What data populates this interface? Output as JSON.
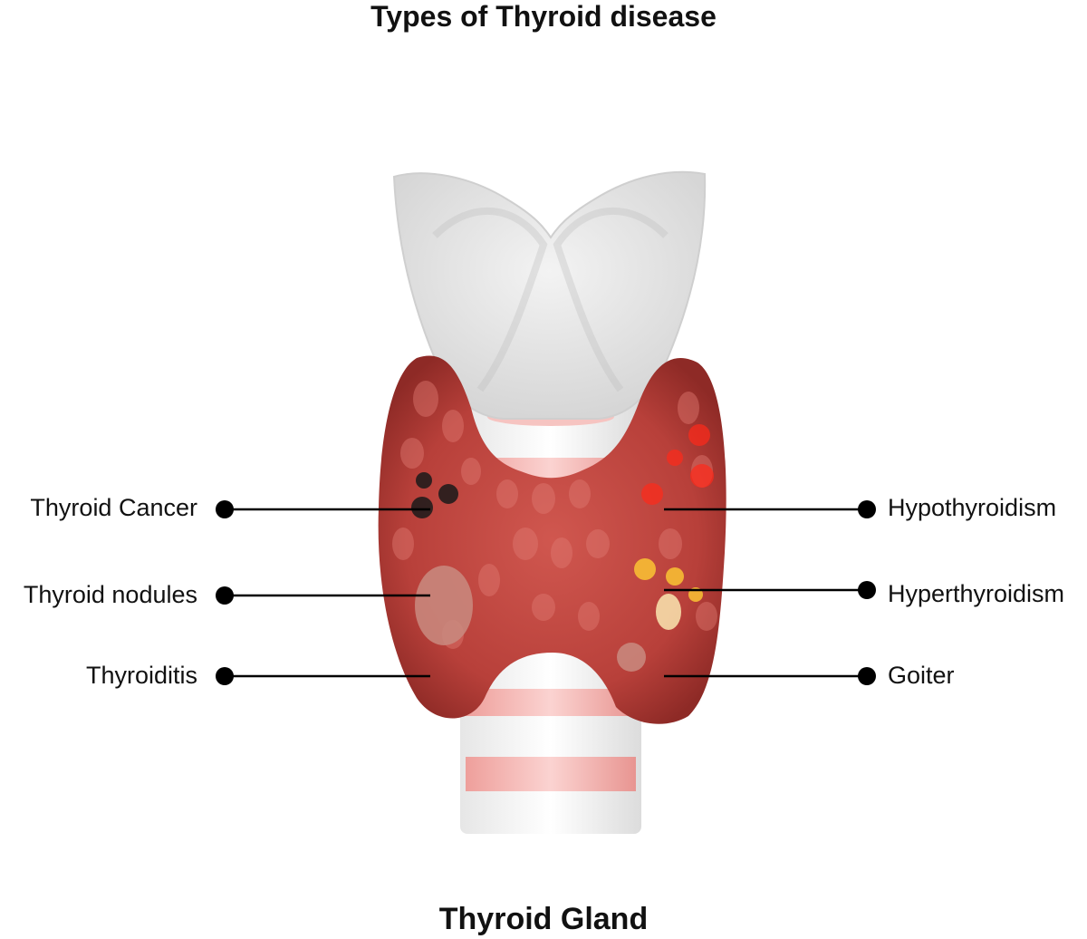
{
  "title": "Types of Thyroid disease",
  "caption": "Thyroid Gland",
  "labels": {
    "left": [
      "Thyroid Cancer",
      "Thyroid nodules",
      "Thyroiditis"
    ],
    "right": [
      "Hypothyroidism",
      "Hyperthyroidism",
      "Goiter"
    ]
  },
  "colors": {
    "gland": "#b8403a",
    "gland_dark": "#8e2a26",
    "cartilage": "#e8e8e8",
    "trachea_ring": "#f4b6b3",
    "leader": "#000000"
  },
  "icons": [
    "thyroid-cartilage-icon",
    "trachea-icon",
    "thyroid-gland-icon"
  ]
}
